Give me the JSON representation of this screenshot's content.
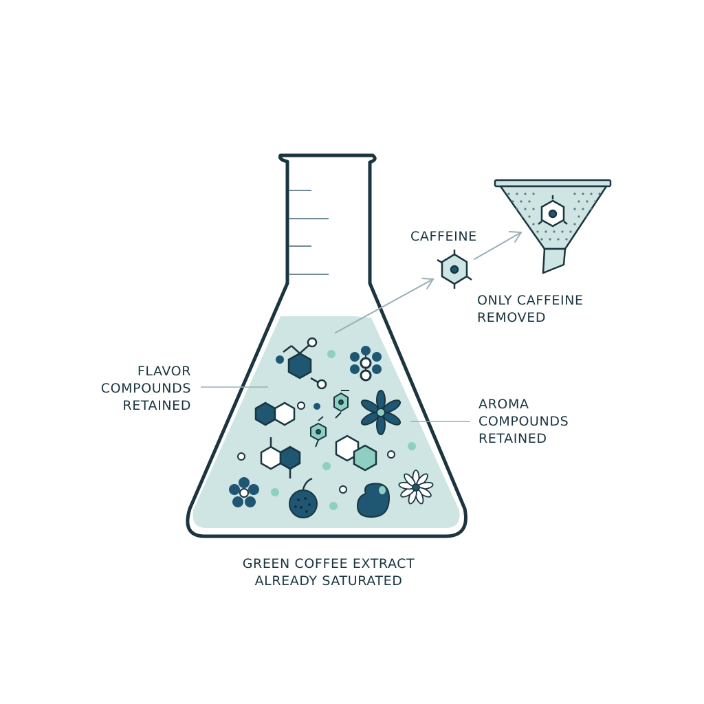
{
  "labels": {
    "caffeine": "CAFFEINE",
    "only_caffeine_removed": [
      "ONLY CAFFEINE",
      "REMOVED"
    ],
    "flavor_compounds": [
      "FLAVOR",
      "COMPOUNDS",
      "RETAINED"
    ],
    "aroma_compounds": [
      "AROMA",
      "COMPOUNDS",
      "RETAINED"
    ],
    "caption": [
      "GREEN COFFEE EXTRACT",
      "ALREADY SATURATED"
    ]
  },
  "colors": {
    "outline": "#1a3540",
    "liquid": "#cfe5e3",
    "molecule_dark": "#1f5672",
    "molecule_light": "#8fcfc2",
    "arrow": "#9aaeb5"
  },
  "icons": [
    "flask",
    "caffeine-molecule-icon",
    "filter-funnel-icon",
    "hexagon-molecule-icon",
    "flower-icon",
    "fruit-icon",
    "bean-icon"
  ]
}
